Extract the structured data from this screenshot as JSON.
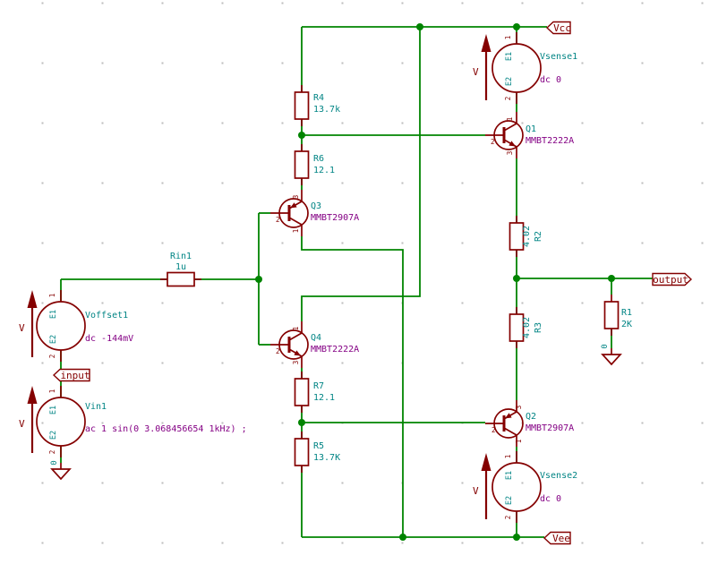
{
  "colors": {
    "wire_green": "#008400",
    "device_dark_red": "#840000",
    "reference_teal": "#008484",
    "passive_value_teal": "#008484",
    "active_value_purple": "#840084",
    "background": "#ffffff",
    "grid_dot": "#bdbdbd"
  },
  "pins": {
    "one": "1",
    "two": "2",
    "three": "3",
    "e1": "E1",
    "e2": "E2"
  },
  "labels": {
    "vcc": "Vcc",
    "vee": "Vee",
    "input": "input",
    "output": "output",
    "ground_net": "0",
    "voltage_probe": "V"
  },
  "components": {
    "rin1": {
      "ref": "Rin1",
      "value": "1u"
    },
    "r1": {
      "ref": "R1",
      "value": "2K"
    },
    "r2": {
      "ref": "R2",
      "value": "4.02"
    },
    "r3": {
      "ref": "R3",
      "value": "4.02"
    },
    "r4": {
      "ref": "R4",
      "value": "13.7k"
    },
    "r5": {
      "ref": "R5",
      "value": "13.7K"
    },
    "r6": {
      "ref": "R6",
      "value": "12.1"
    },
    "r7": {
      "ref": "R7",
      "value": "12.1"
    },
    "q1": {
      "ref": "Q1",
      "value": "MMBT2222A"
    },
    "q2": {
      "ref": "Q2",
      "value": "MMBT2907A"
    },
    "q3": {
      "ref": "Q3",
      "value": "MMBT2907A"
    },
    "q4": {
      "ref": "Q4",
      "value": "MMBT2222A"
    },
    "vsense1": {
      "ref": "Vsense1",
      "value": "dc 0"
    },
    "vsense2": {
      "ref": "Vsense2",
      "value": "dc 0"
    },
    "voffset1": {
      "ref": "Voffset1",
      "value": "dc -144mV"
    },
    "vin1": {
      "ref": "Vin1",
      "value": "ac 1 sin(0 3.068456654 1kHz) ;"
    }
  }
}
